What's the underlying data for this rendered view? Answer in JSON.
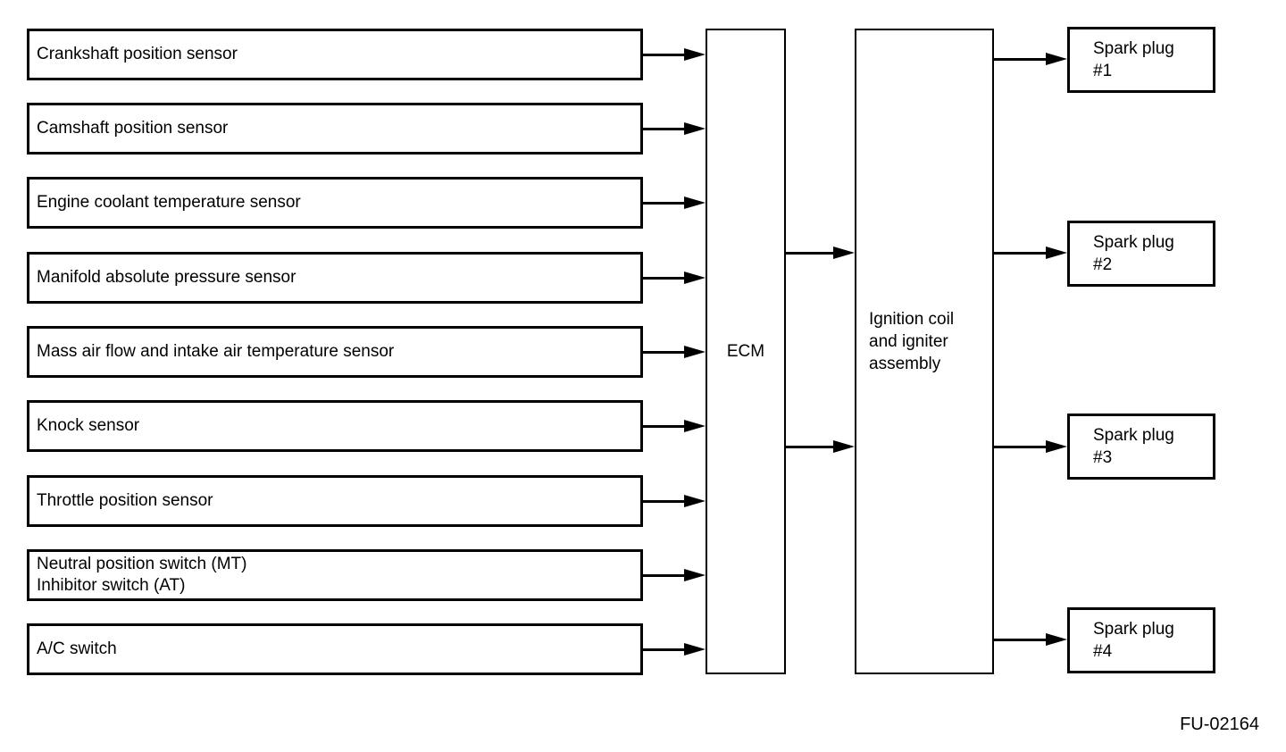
{
  "figure_id": "FU-02164",
  "colors": {
    "line": "#000000",
    "background": "#ffffff"
  },
  "sensors": [
    {
      "label": "Crankshaft position sensor"
    },
    {
      "label": "Camshaft position sensor"
    },
    {
      "label": "Engine coolant temperature sensor"
    },
    {
      "label": "Manifold absolute pressure sensor"
    },
    {
      "label": "Mass air flow and intake air temperature sensor"
    },
    {
      "label": "Knock sensor"
    },
    {
      "label": "Throttle position sensor"
    },
    {
      "label": "Neutral position switch (MT)\nInhibitor switch (AT)"
    },
    {
      "label": "A/C switch"
    }
  ],
  "ecm": {
    "label": "ECM"
  },
  "ignition": {
    "label": "Ignition coil\nand igniter\nassembly"
  },
  "spark_plugs": [
    {
      "label": "Spark plug\n#1"
    },
    {
      "label": "Spark plug\n#2"
    },
    {
      "label": "Spark plug\n#3"
    },
    {
      "label": "Spark plug\n#4"
    }
  ]
}
